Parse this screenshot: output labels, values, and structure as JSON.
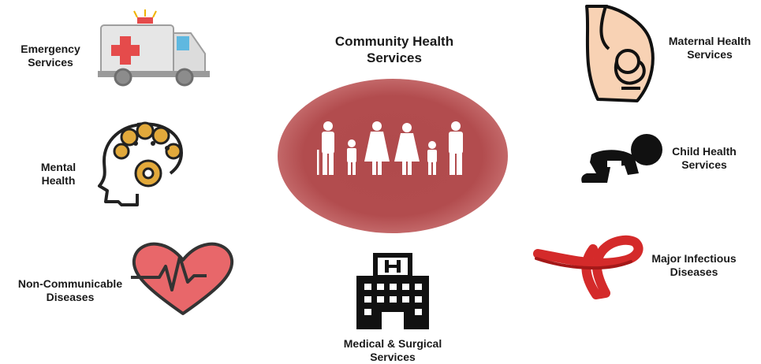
{
  "center": {
    "title_line1": "Community Health",
    "title_line2": "Services"
  },
  "services": {
    "emergency": {
      "line1": "Emergency",
      "line2": "Services"
    },
    "mental": {
      "line1": "Mental",
      "line2": "Health"
    },
    "ncd": {
      "line1": "Non-Communicable",
      "line2": "Diseases"
    },
    "medical": {
      "line1": "Medical & Surgical",
      "line2": "Services"
    },
    "infectious": {
      "line1": "Major Infectious",
      "line2": "Diseases"
    },
    "child": {
      "line1": "Child Health",
      "line2": "Services"
    },
    "maternal": {
      "line1": "Maternal Health",
      "line2": "Services"
    }
  },
  "icons": {
    "emergency": "ambulance-icon",
    "mental": "brain-gear-icon",
    "ncd": "heart-pulse-icon",
    "medical": "hospital-building-icon",
    "infectious": "red-ribbon-icon",
    "child": "crawling-baby-icon",
    "maternal": "pregnant-belly-icon",
    "center": "family-icon"
  },
  "colors": {
    "center_fill": "#b04a4c",
    "heart": "#e8676a",
    "ribbon": "#d42a2a",
    "gear": "#e2a93b",
    "skin": "#f8d2b4",
    "ambulance_red": "#e54b4b"
  }
}
